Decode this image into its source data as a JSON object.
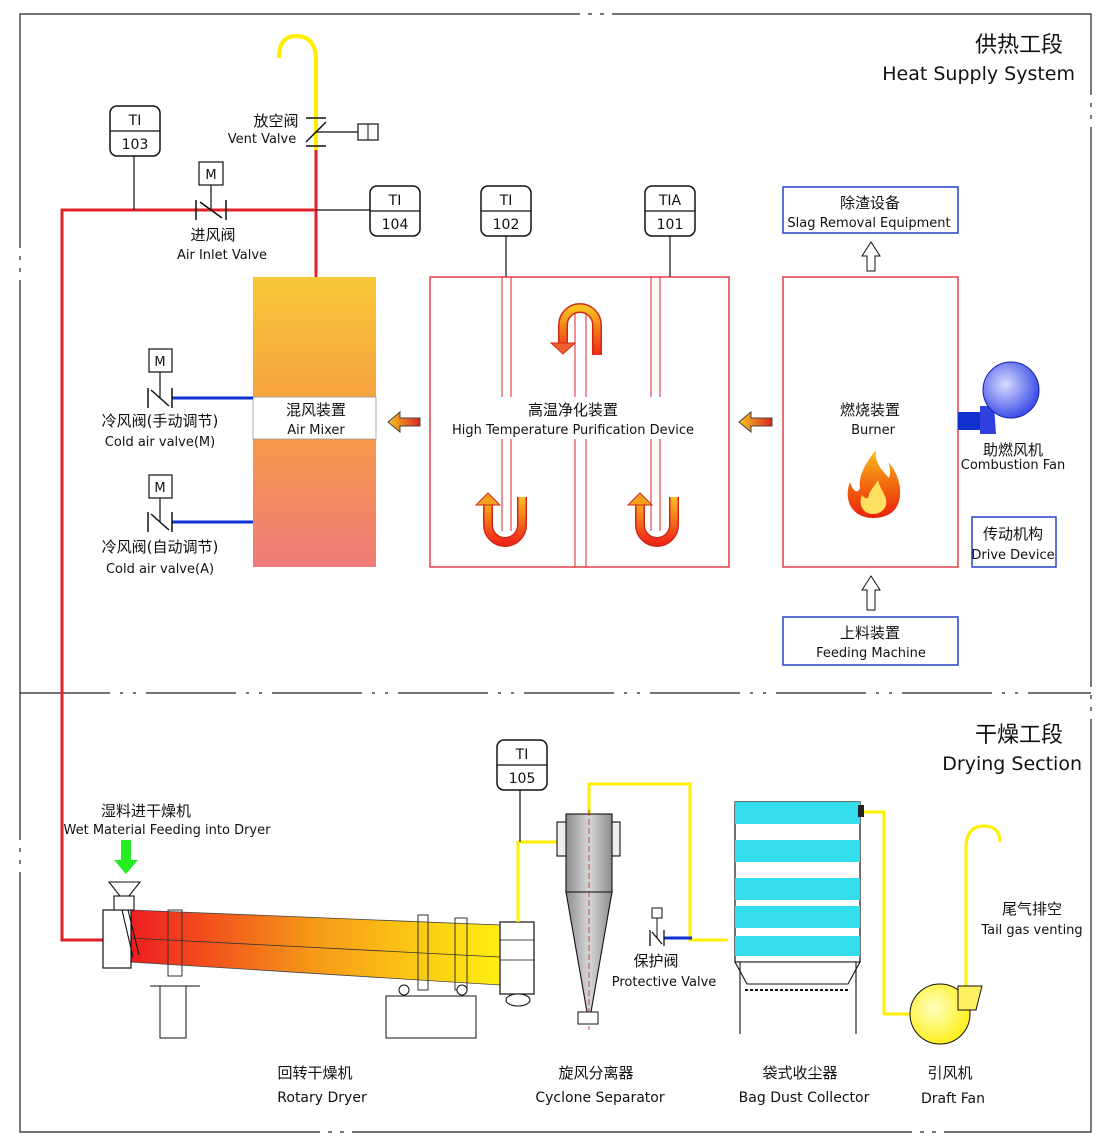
{
  "sections": {
    "heat": {
      "zh": "供热工段",
      "en": "Heat Supply System"
    },
    "dry": {
      "zh": "干燥工段",
      "en": "Drying Section"
    }
  },
  "instruments": {
    "ti103": {
      "tag": "TI",
      "num": "103"
    },
    "ti104": {
      "tag": "TI",
      "num": "104"
    },
    "ti102": {
      "tag": "TI",
      "num": "102"
    },
    "tia101": {
      "tag": "TIA",
      "num": "101"
    },
    "ti105": {
      "tag": "TI",
      "num": "105"
    }
  },
  "motor_label": "M",
  "labels": {
    "vent_valve": {
      "zh": "放空阀",
      "en": "Vent Valve"
    },
    "air_inlet_valve": {
      "zh": "进风阀",
      "en": "Air Inlet Valve"
    },
    "cold_valve_m": {
      "zh": "冷风阀(手动调节)",
      "en": "Cold air valve(M)"
    },
    "cold_valve_a": {
      "zh": "冷风阀(自动调节)",
      "en": "Cold air valve(A)"
    },
    "air_mixer": {
      "zh": "混风装置",
      "en": "Air Mixer"
    },
    "purification": {
      "zh": "高温净化装置",
      "en": "High Temperature Purification Device"
    },
    "burner": {
      "zh": "燃烧装置",
      "en": "Burner"
    },
    "slag": {
      "zh": "除渣设备",
      "en": "Slag Removal Equipment"
    },
    "combustion_fan": {
      "zh": "助燃风机",
      "en": "Combustion Fan"
    },
    "drive": {
      "zh": "传动机构",
      "en": "Drive Device"
    },
    "feeding": {
      "zh": "上料装置",
      "en": "Feeding Machine"
    },
    "wet_material": {
      "zh": "湿料进干燥机",
      "en": "Wet Material Feeding into Dryer"
    },
    "protective_valve": {
      "zh": "保护阀",
      "en": "Protective Valve"
    },
    "tail_gas": {
      "zh": "尾气排空",
      "en": "Tail gas venting"
    },
    "rotary_dryer": {
      "zh": "回转干燥机",
      "en": "Rotary Dryer"
    },
    "cyclone": {
      "zh": "旋风分离器",
      "en": "Cyclone Separator"
    },
    "bag_collector": {
      "zh": "袋式收尘器",
      "en": "Bag Dust Collector"
    },
    "draft_fan": {
      "zh": "引风机",
      "en": "Draft Fan"
    }
  },
  "colors": {
    "hot_pipe": "#e0202a",
    "exhaust_pipe": "#ffee00",
    "cold_air": "#1030d0",
    "box_blue": "#2244cc",
    "filter_bands": "#33ddee"
  }
}
